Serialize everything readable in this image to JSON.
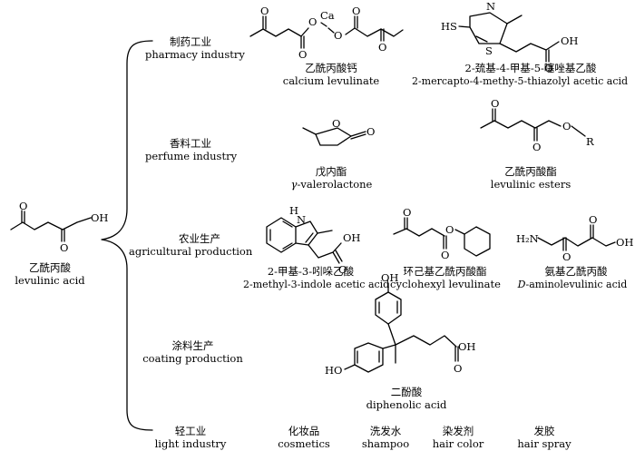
{
  "root": {
    "zh": "乙酰丙酸",
    "en": "levulinic acid",
    "oh": "OH",
    "o": "O"
  },
  "branches": {
    "pharmacy": {
      "zh": "制药工业",
      "en": "pharmacy industry"
    },
    "perfume": {
      "zh": "香料工业",
      "en": "perfume industry"
    },
    "agriculture": {
      "zh": "农业生产",
      "en": "agricultural production"
    },
    "coating": {
      "zh": "涂料生产",
      "en": "coating production"
    },
    "light": {
      "zh": "轻工业",
      "en": "light industry"
    }
  },
  "compounds": {
    "calcium_levulinate": {
      "zh": "乙酰丙酸钙",
      "en": "calcium levulinate",
      "ca": "Ca"
    },
    "thiazolyl_acid": {
      "zh": "2-巯基-4-甲基-5-噻唑基乙酸",
      "en": "2-mercapto-4-methy-5-thiazolyl acetic acid",
      "hs": "HS",
      "s": "S",
      "n": "N",
      "oh": "OH"
    },
    "valerolactone": {
      "zh": "戊内酯",
      "en_prefix": "γ",
      "en_rest": "-valerolactone"
    },
    "levulinic_esters": {
      "zh": "乙酰丙酸酯",
      "en": "levulinic esters",
      "r": "R"
    },
    "indole_acid": {
      "zh": "2-甲基-3-吲哚乙酸",
      "en": "2-methyl-3-indole acetic acid",
      "h": "H",
      "n": "N",
      "oh": "OH"
    },
    "cyclohexyl_levulinate": {
      "zh": "环己基乙酰丙酸酯",
      "en": "cyclohexyl levulinate"
    },
    "aminolevulinic_acid": {
      "zh": "氨基乙酰丙酸",
      "en_prefix": "D",
      "en_rest": "-aminolevulinic acid",
      "h2n": "H₂N",
      "oh": "OH"
    },
    "diphenolic_acid": {
      "zh": "二酚酸",
      "en": "diphenolic acid",
      "ho": "HO",
      "oh": "OH"
    }
  },
  "light_products": [
    {
      "zh": "化妆品",
      "en": "cosmetics"
    },
    {
      "zh": "洗发水",
      "en": "shampoo"
    },
    {
      "zh": "染发剂",
      "en": "hair color"
    },
    {
      "zh": "发胶",
      "en": "hair spray"
    }
  ]
}
